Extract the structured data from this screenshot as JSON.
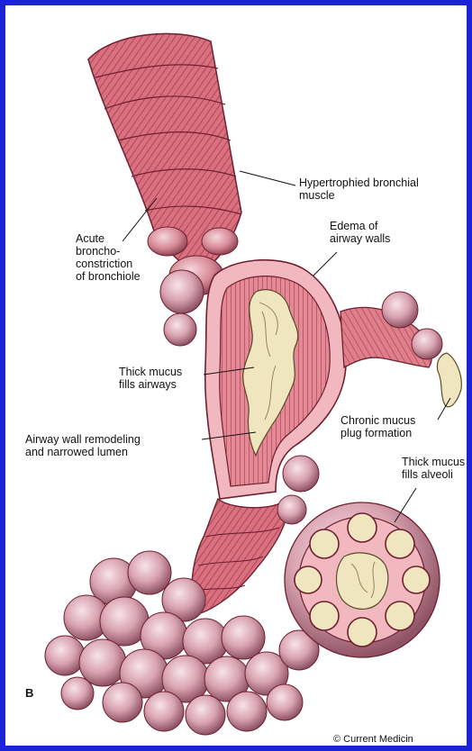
{
  "figure": {
    "panel_letter": "B",
    "copyright": "© Current Medicin",
    "colors": {
      "border": "#1a24d6",
      "muscle": "#d9707f",
      "muscle_dark": "#9c3446",
      "wall": "#f2b8c0",
      "mucus": "#efe6bf",
      "alveoli": "#d9a3b0"
    }
  },
  "labels": {
    "hypertrophied": "Hypertrophied bronchial\nmuscle",
    "acute": "Acute\nbroncho-\nconstriction\nof bronchiole",
    "edema": "Edema of\nairway walls",
    "thick_mucus_airways": "Thick mucus\nfills airways",
    "chronic_plug": "Chronic mucus\nplug formation",
    "remodeling": "Airway wall remodeling\nand narrowed lumen",
    "thick_mucus_alveoli": "Thick mucus\nfills alveoli"
  }
}
